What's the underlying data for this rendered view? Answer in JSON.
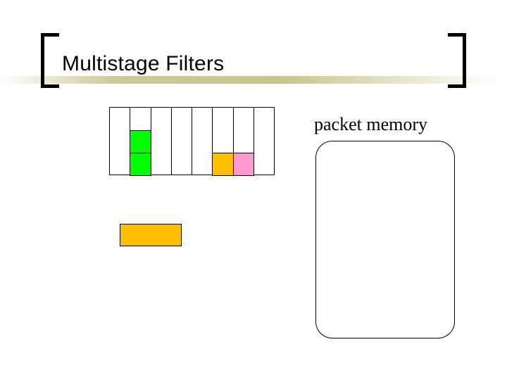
{
  "slide": {
    "title": "Multistage Filters",
    "bracket_left_icon": "left-bracket-icon",
    "bracket_right_icon": "right-bracket-icon"
  },
  "diagram": {
    "filter_stage": {
      "cell_count": 8,
      "cells": [
        {
          "index": 0,
          "fills": []
        },
        {
          "index": 1,
          "fills": [
            "green-top",
            "green-bottom"
          ]
        },
        {
          "index": 2,
          "fills": []
        },
        {
          "index": 3,
          "fills": []
        },
        {
          "index": 4,
          "fills": []
        },
        {
          "index": 5,
          "fills": [
            "orange"
          ]
        },
        {
          "index": 6,
          "fills": [
            "pink"
          ]
        },
        {
          "index": 7,
          "fills": []
        }
      ]
    },
    "orange_bar": {
      "label": "",
      "color": "#ffbf00"
    },
    "packet_memory": {
      "label": "packet memory"
    }
  },
  "colors": {
    "green": "#00ff00",
    "orange": "#ffbf00",
    "pink": "#ff99cc",
    "title_band": "#c8c389",
    "outline": "#000000"
  }
}
